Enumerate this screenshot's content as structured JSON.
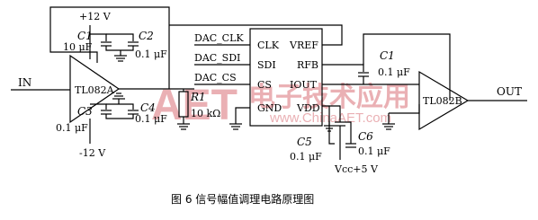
{
  "watermark": {
    "brand": "AET",
    "text_cn": "电子技术应用",
    "url": "www.ChinaAET.com",
    "color": "#e8a8ac"
  },
  "labels": {
    "supply_pos": "+12 V",
    "supply_neg": "-12 V",
    "c1_left_name": "C1",
    "c1_left_value": "10 μF",
    "c2_name": "C2",
    "c2_value": "0.1 μF",
    "c3_name": "C3",
    "c3_value": "0.1 μF",
    "c4_name": "C4",
    "c4_value": "0.1 μF",
    "input": "IN",
    "opamp1": "TL082A",
    "r1_name": "R1",
    "r1_value": "10 kΩ",
    "dac_clk": "DAC_CLK",
    "dac_sdi": "DAC_SDI",
    "dac_cs": "DAC_CS",
    "pin_clk": "CLK",
    "pin_sdi": "SDI",
    "pin_cs": "CS",
    "pin_gnd": "GND",
    "pin_vref": "VREF",
    "pin_rfb": "RFB",
    "pin_iout": "IOUT",
    "pin_vdd": "VDD",
    "c1_right_name": "C1",
    "c1_right_value": "0.1 μF",
    "c5_name": "C5",
    "c5_value": "0.1 μF",
    "c6_name": "C6",
    "c6_value": "0.1 μF",
    "vcc": "Vcc+5 V",
    "opamp2": "TL082B",
    "output": "OUT"
  },
  "caption": "图 6   信号幅值调理电路原理图"
}
